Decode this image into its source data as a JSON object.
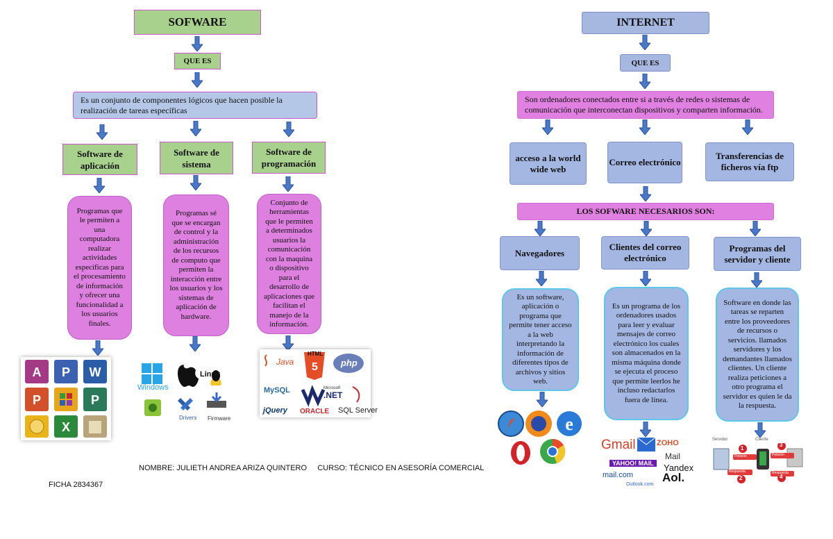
{
  "left": {
    "title": "SOFWARE",
    "question": "QUE ES",
    "definition": "Es un conjunto de componentes lógicos que hacen posible la realización de tareas específicas",
    "categories": [
      {
        "label": "Software de aplicación",
        "desc": "Programas que le permiten a una computadora realizar actividades específicas para el procesamiento de información y ofrecer una funcionalidad a los usuarios finales."
      },
      {
        "label": "Software de sistema",
        "desc": "Programas sé que se encargan de control y la administración de los recursos de computo que permiten la interacción entre los usuarios y los sistemas de aplicación de hardware."
      },
      {
        "label": "Software de programación",
        "desc": "Conjunto de herramientas que le permiten a determinados usuarios la comunicación con la maquina o dispositivo para el desarrollo de aplicaciones que facilitan el manejo de la información."
      }
    ],
    "os_logos": [
      "Windows",
      "Linux",
      "Drivers",
      "Firmware"
    ],
    "prog_logos": [
      "Java",
      "HTML",
      "php",
      "MySQL",
      ".NET",
      "Microsoft",
      "jQuery",
      "ORACLE",
      "SQL Server",
      "5"
    ]
  },
  "right": {
    "title": "INTERNET",
    "question": "QUE ES",
    "definition": "Son ordenadores conectados entre si a través de redes o sistemas de comunicación que interconectan dispositivos y comparten información.",
    "services": [
      "acceso a la world wide web",
      "Correo electrónico",
      "Transferencias de ficheros vía ftp"
    ],
    "needed": "LOS SOFWARE NECESARIOS SON:",
    "software": [
      {
        "label": "Navegadores",
        "desc": "Es un software, aplicación o programa que permite tener acceso a la web interpretando la información de diferentes tipos de archivos y sitios web."
      },
      {
        "label": "Clientes del correo electrónico",
        "desc": "Es un programa de los ordenadores usados para leer y evaluar mensajes de correo electrónico los cuales son almacenados en la misma máquina donde se ejecuta el proceso que permite leerlos he incluso redactarlos fuera de línea."
      },
      {
        "label": "Programas del servidor y cliente",
        "desc": "Software en donde las tareas se reparten entre los proveedores de recursos o servicios. llamados servidores y los demandantes llamados clientes. Un cliente realiza peticiones a otro programa el servidor es quien le da la respuesta."
      }
    ],
    "mail_logos": [
      "Gmail",
      "ZOHO",
      "Mail",
      "YAHOO! MAIL",
      "Yandex",
      "mail.com",
      "Aol.",
      "Outlook.com"
    ],
    "server_labels": [
      "Servidor",
      "Cliente",
      "Petición",
      "Petición",
      "Respuesta",
      "Respuesta",
      "1",
      "2",
      "3",
      "4"
    ]
  },
  "footer": {
    "name": "NOMBRE: JULIETH ANDREA ARIZA QUINTERO",
    "course": "CURSO: TÉCNICO EN ASESORÍA COMERCIAL",
    "ficha": "FICHA 2834367"
  },
  "colors": {
    "green": "#a9d18e",
    "pink": "#dd80e0",
    "blue": "#b4c7e7",
    "periwinkle": "#a4b6e2",
    "arrow": "#4472c4"
  }
}
